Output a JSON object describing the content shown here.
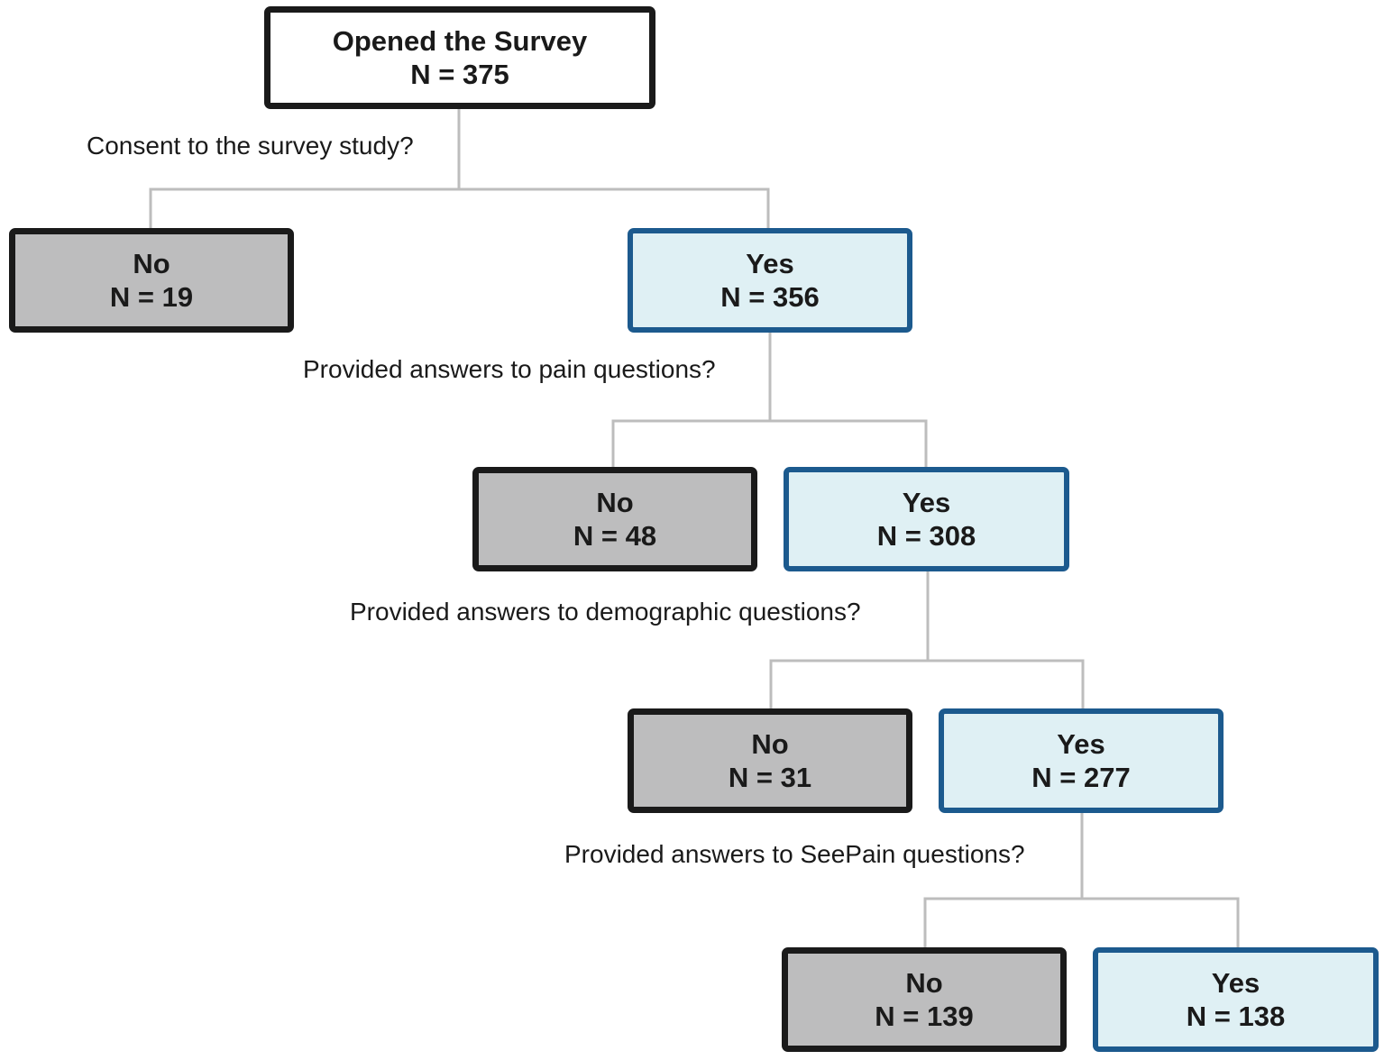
{
  "start": {
    "label": "Opened the Survey",
    "n": "N = 375"
  },
  "questions": {
    "q1": "Consent to the survey study?",
    "q2": "Provided answers to pain questions?",
    "q3": "Provided answers to demographic questions?",
    "q4": "Provided answers to SeePain questions?"
  },
  "level1": {
    "no": {
      "label": "No",
      "n": "N = 19"
    },
    "yes": {
      "label": "Yes",
      "n": "N = 356"
    }
  },
  "level2": {
    "no": {
      "label": "No",
      "n": "N = 48"
    },
    "yes": {
      "label": "Yes",
      "n": "N = 308"
    }
  },
  "level3": {
    "no": {
      "label": "No",
      "n": "N = 31"
    },
    "yes": {
      "label": "Yes",
      "n": "N = 277"
    }
  },
  "level4": {
    "no": {
      "label": "No",
      "n": "N = 139"
    },
    "yes": {
      "label": "Yes",
      "n": "N = 138"
    }
  },
  "colors": {
    "connector": "#bdbdbd",
    "no_fill": "#bdbdbe",
    "yes_fill": "#dff0f4",
    "yes_border": "#1c5a8e",
    "dark_border": "#1a1a1a"
  }
}
